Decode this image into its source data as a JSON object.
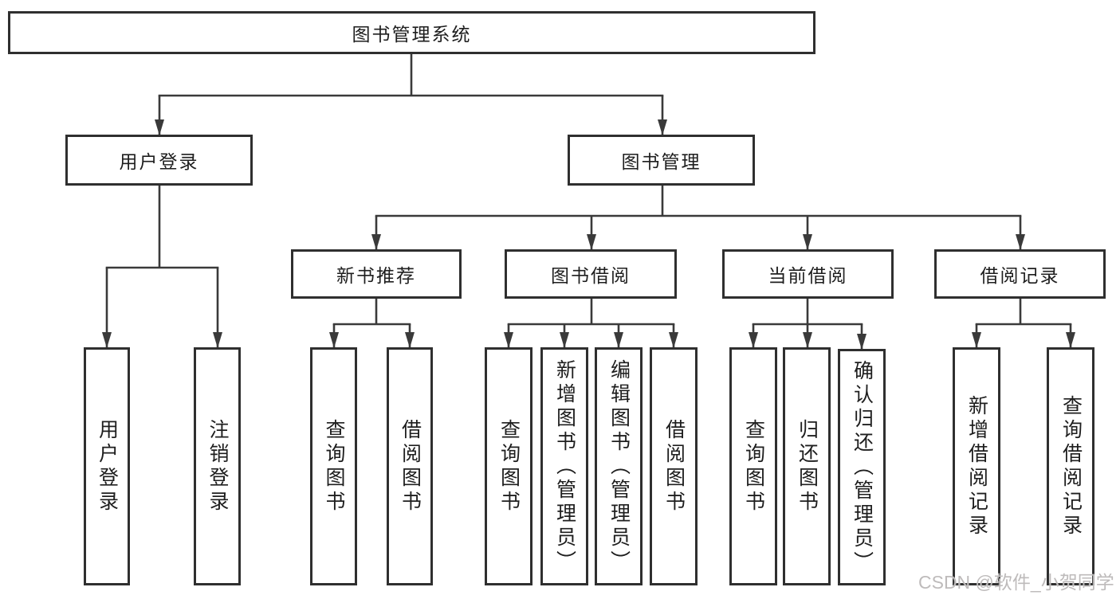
{
  "diagram": {
    "type": "hierarchy-tree",
    "colors": {
      "box_border": "#2f2f2f",
      "line": "#3a3a3a",
      "text": "#1e1e1e",
      "background": "#ffffff",
      "watermark_text": "#bab7b7"
    },
    "tree": {
      "root": {
        "label": "图书管理系统"
      },
      "branches": [
        {
          "label": "用户登录",
          "children": [
            {
              "label": "用户登录"
            },
            {
              "label": "注销登录"
            }
          ]
        },
        {
          "label": "图书管理",
          "children": [
            {
              "label": "新书推荐",
              "children": [
                {
                  "label": "查询图书"
                },
                {
                  "label": "借阅图书"
                }
              ]
            },
            {
              "label": "图书借阅",
              "children": [
                {
                  "label": "查询图书"
                },
                {
                  "label": "新增图书（管理员）"
                },
                {
                  "label": "编辑图书（管理员）"
                },
                {
                  "label": "借阅图书"
                }
              ]
            },
            {
              "label": "当前借阅",
              "children": [
                {
                  "label": "查询图书"
                },
                {
                  "label": "归还图书"
                },
                {
                  "label": "确认归还（管理员）"
                }
              ]
            },
            {
              "label": "借阅记录",
              "children": [
                {
                  "label": "新增借阅记录"
                },
                {
                  "label": "查询借阅记录"
                }
              ]
            }
          ]
        }
      ]
    },
    "watermark": "CSDN @软件_小贺同学"
  }
}
